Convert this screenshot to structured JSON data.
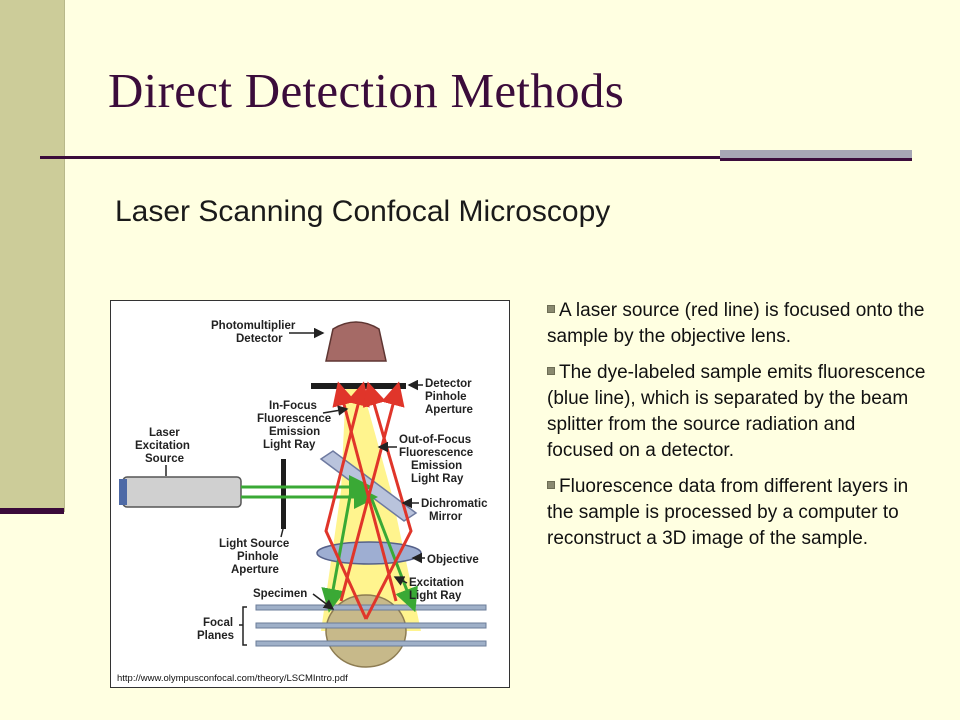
{
  "slide": {
    "title": "Direct Detection Methods",
    "subtitle": "Laser Scanning Confocal Microscopy"
  },
  "figure": {
    "labels": {
      "pmt_line1": "Photomultiplier",
      "pmt_line2": "Detector",
      "det_pinhole_1": "Detector",
      "det_pinhole_2": "Pinhole",
      "det_pinhole_3": "Aperture",
      "infocus_1": "In-Focus",
      "infocus_2": "Fluorescence",
      "infocus_3": "Emission",
      "infocus_4": "Light Ray",
      "laser_1": "Laser",
      "laser_2": "Excitation",
      "laser_3": "Source",
      "outfocus_1": "Out-of-Focus",
      "outfocus_2": "Fluorescence",
      "outfocus_3": "Emission",
      "outfocus_4": "Light Ray",
      "dichro_1": "Dichromatic",
      "dichro_2": "Mirror",
      "lsp_1": "Light Source",
      "lsp_2": "Pinhole",
      "lsp_3": "Aperture",
      "objective": "Objective",
      "excitation_1": "Excitation",
      "excitation_2": "Light Ray",
      "specimen": "Specimen",
      "focal_1": "Focal",
      "focal_2": "Planes"
    },
    "source_url": "http://www.olympusconfocal.com/theory/LSCMIntro.pdf",
    "colors": {
      "red_ray": "#e0352a",
      "green_ray": "#3aa935",
      "yellow_cone": "#fff27a"
    }
  },
  "bullets": [
    "A laser source (red line) is focused onto the sample by the objective lens.",
    "The dye-labeled sample emits fluorescence (blue line), which is separated by the beam splitter from the source radiation and focused on a detector.",
    "Fluorescence data from different layers in the sample is processed by a computer to reconstruct a 3D image of the sample."
  ]
}
